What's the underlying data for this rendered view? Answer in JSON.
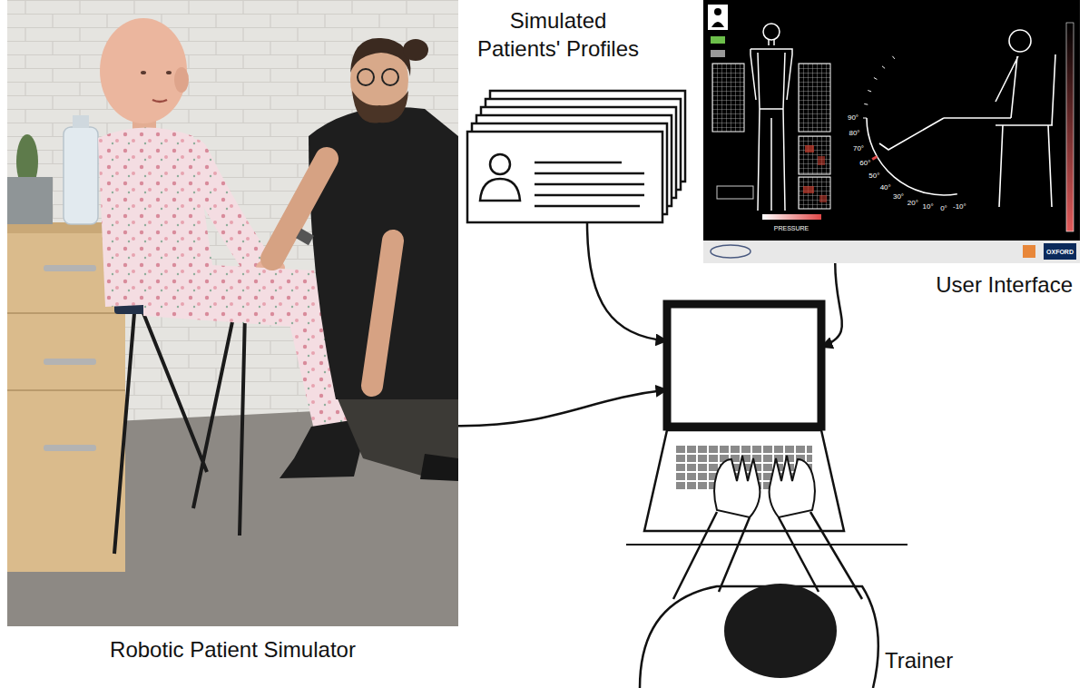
{
  "diagram": {
    "nodes": [
      {
        "text": [
          "Robotic Patient Simulator"
        ]
      },
      {
        "text": [
          "Simulated Patients' Profiles"
        ]
      },
      {
        "text": [
          "User Interface"
        ]
      },
      {
        "text": [
          "Trainer"
        ]
      }
    ],
    "edges": [
      {
        "from": 0,
        "to": 3,
        "arrow": "to"
      },
      {
        "from": 1,
        "to": 3,
        "arrow": "to"
      },
      {
        "from": 2,
        "to": 3,
        "arrow": "to"
      }
    ],
    "labels": [
      "90°",
      "80°",
      "70°",
      "60°",
      "50°",
      "40°",
      "30°",
      "20°",
      "10°",
      "0°",
      "-10°",
      "PRESSURE",
      "OXFORD"
    ]
  }
}
